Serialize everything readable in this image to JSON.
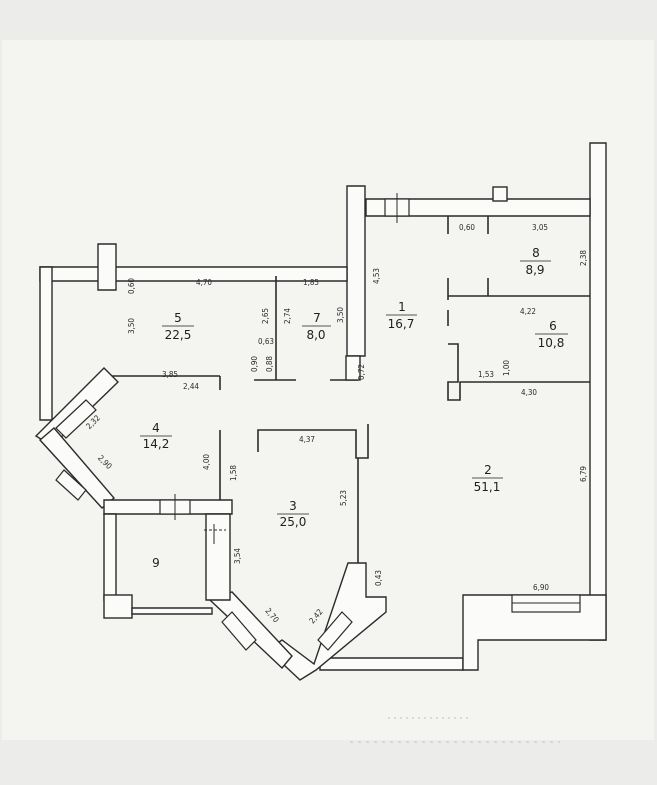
{
  "rooms": [
    {
      "num": "1",
      "area": "16,7"
    },
    {
      "num": "2",
      "area": "51,1"
    },
    {
      "num": "3",
      "area": "25,0"
    },
    {
      "num": "4",
      "area": "14,2"
    },
    {
      "num": "5",
      "area": "22,5"
    },
    {
      "num": "6",
      "area": "10,8"
    },
    {
      "num": "7",
      "area": "8,0"
    },
    {
      "num": "8",
      "area": "8,9"
    },
    {
      "num": "9",
      "area": ""
    }
  ],
  "dims": {
    "d470": "4,70",
    "d060a": "0,60",
    "d350a": "3,50",
    "d185": "1,85",
    "d265": "2,65",
    "d274": "2,74",
    "d350b": "3,50",
    "d063": "0,63",
    "d090": "0,90",
    "d088": "0,88",
    "d453": "4,53",
    "d072": "0,72",
    "d060b": "0,60",
    "d305": "3,05",
    "d238": "2,38",
    "d422": "4,22",
    "d153": "1,53",
    "d100": "1,00",
    "d430": "4,30",
    "d385": "3,85",
    "d244": "2,44",
    "d232": "2,32",
    "d290": "2,90",
    "d400": "4,00",
    "d158": "1,58",
    "d437": "4,37",
    "d523": "5,23",
    "d043": "0,43",
    "d354": "3,54",
    "d270": "2,70",
    "d242": "2,42",
    "d690": "6,90",
    "d679": "6,79"
  }
}
